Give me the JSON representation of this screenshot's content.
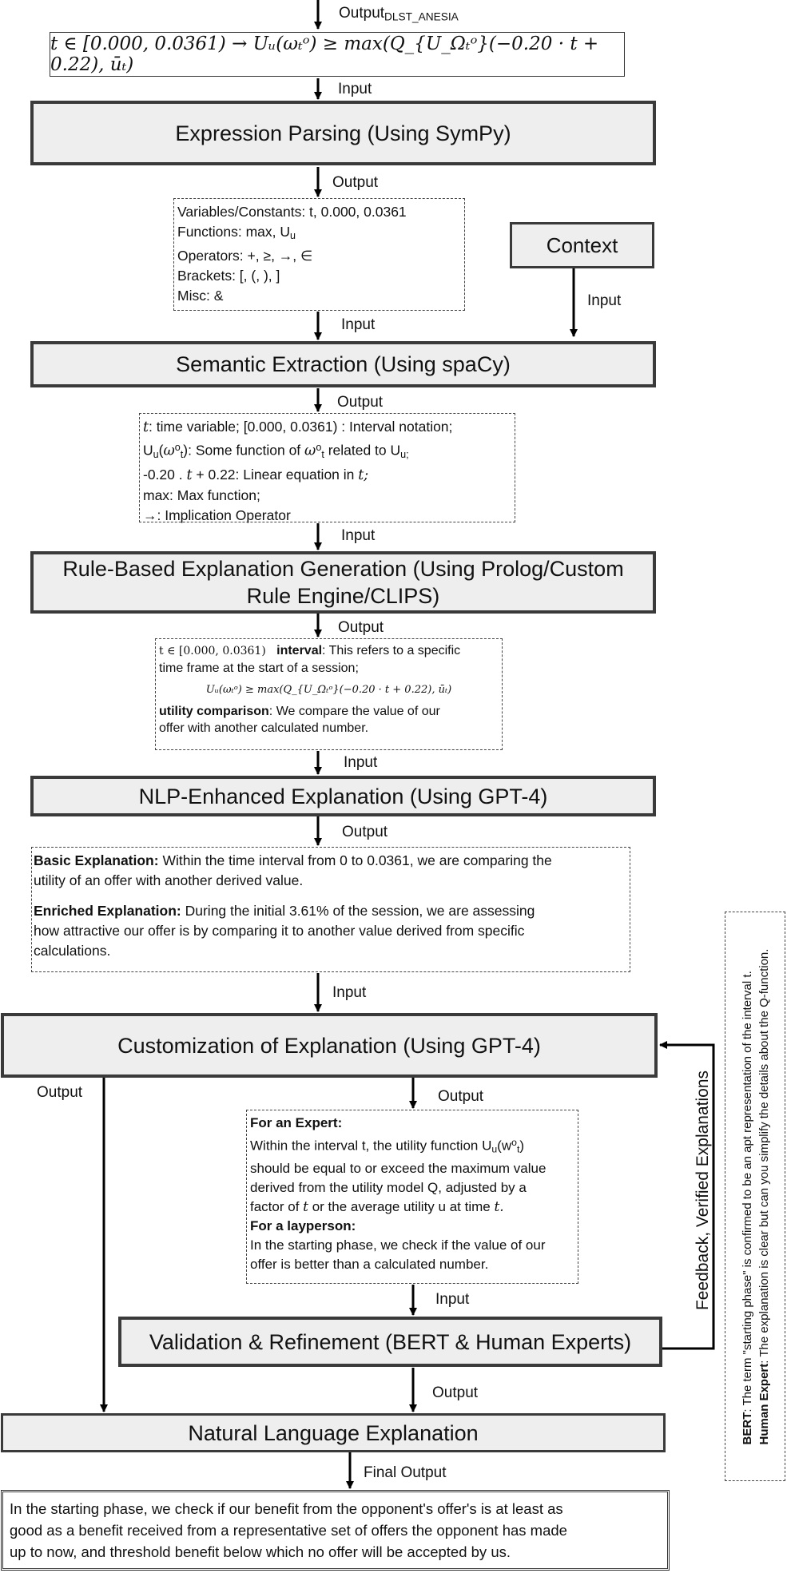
{
  "top_output_label": "Output",
  "top_output_sub": "DLST_ANESIA",
  "formula": "t ∈ [0.000, 0.0361) → Uᵤ(ωₜᵒ) ≥ max(Q_{U_Ωₜᵒ}(−0.20 · t + 0.22), ūₜ)",
  "labels": {
    "input": "Input",
    "output": "Output",
    "final_output": "Final Output"
  },
  "steps": {
    "parsing": "Expression Parsing (Using SymPy)",
    "context": "Context",
    "semantic": "Semantic Extraction (Using spaCy)",
    "rule_line1": "Rule-Based Explanation Generation (Using Prolog/Custom",
    "rule_line2": "Rule Engine/CLIPS)",
    "nlp": "NLP-Enhanced Explanation (Using GPT-4)",
    "custom": "Customization of Explanation (Using GPT-4)",
    "validation": "Validation & Refinement (BERT & Human Experts)",
    "natural": "Natural Language Explanation"
  },
  "parse_tokens": {
    "vars_label": "Variables/Constants: t, 0.000, 0.0361",
    "funcs_label": "Functions: max, U",
    "funcs_sub": "u",
    "ops_label": "Operators: +, ≥, →, ∈",
    "brackets_label": "Brackets: [, (, ), ]",
    "misc_label": "Misc: &"
  },
  "semantic_lines": {
    "l1_var": "t",
    "l1_rest": ": time variable; [0.000, 0.0361) : Interval notation;",
    "l2_u": "U",
    "l2_u_sub": "u",
    "l2_omega": "ω",
    "l2_sup": "o",
    "l2_sub_t": "t",
    "l2_mid": "): Some function of ",
    "l2_end": " related to  U",
    "l2_end_sub": "u;",
    "l3_eq": "-0.20 . ",
    "l3_t": "t",
    "l3_mid": " + 0.22: Linear equation in ",
    "l3_t2": "t;",
    "l4": "max: Max function;",
    "l5": "→: Implication Operator"
  },
  "rule_box": {
    "interval_math": "t ∈ [0.000, 0.0361)",
    "interval_bold": "interval",
    "interval_text1": ": This refers to a specific",
    "interval_text2": "time frame at the start of a session;",
    "utility_math": "Uᵤ(ωₜᵒ) ≥ max(Q_{U_Ωₜᵒ}(−0.20 · t + 0.22), ūₜ)",
    "utility_bold": "utility comparison",
    "utility_text1": ": We compare the value of our",
    "utility_text2": "offer with another calculated number."
  },
  "nlp_box": {
    "basic_bold": "Basic Explanation:",
    "basic_text1": " Within the time interval from 0 to 0.0361, we are comparing the",
    "basic_text2": "utility of an offer with another derived value.",
    "enriched_bold": "Enriched Explanation:",
    "enriched_text1": " During the initial 3.61% of the session, we are assessing",
    "enriched_text2": "how attractive our offer is by comparing it to another value derived from specific",
    "enriched_text3": "calculations."
  },
  "custom_box": {
    "expert_bold": "For an Expert:",
    "expert_l1a": "Within the interval t, the utility function U",
    "expert_l1_sub": "u",
    "expert_l1b": "(w",
    "expert_l1_sup": "o",
    "expert_l1_sub2": "t",
    "expert_l1c": ")",
    "expert_l2": "should be equal to or exceed the maximum value",
    "expert_l3": "derived from the utility model Q, adjusted by a",
    "expert_l4a": "factor of ",
    "expert_l4_t": "t",
    "expert_l4b": " or the average utility u at time ",
    "expert_l4_t2": "t.",
    "lay_bold": "For a layperson:",
    "lay_l1": "In the starting phase, we check if the value of our",
    "lay_l2": "offer is better than a calculated number."
  },
  "feedback_label": "Feedback, Verified Explanations",
  "side_note": {
    "bert_bold": "BERT",
    "bert_text": ": The term \"starting phase\" is confirmed to be an apt representation of the interval t.",
    "human_bold": "Human Expert",
    "human_text": ": The explanation is clear but can you simplify the details about the Q-function."
  },
  "final_text": {
    "l1": "In the starting phase, we check if our benefit from the opponent's offer's is at least as",
    "l2": "good as a benefit received from a representative set of offers the opponent has made",
    "l3": "up to now, and threshold benefit below which no offer will be accepted by us."
  }
}
